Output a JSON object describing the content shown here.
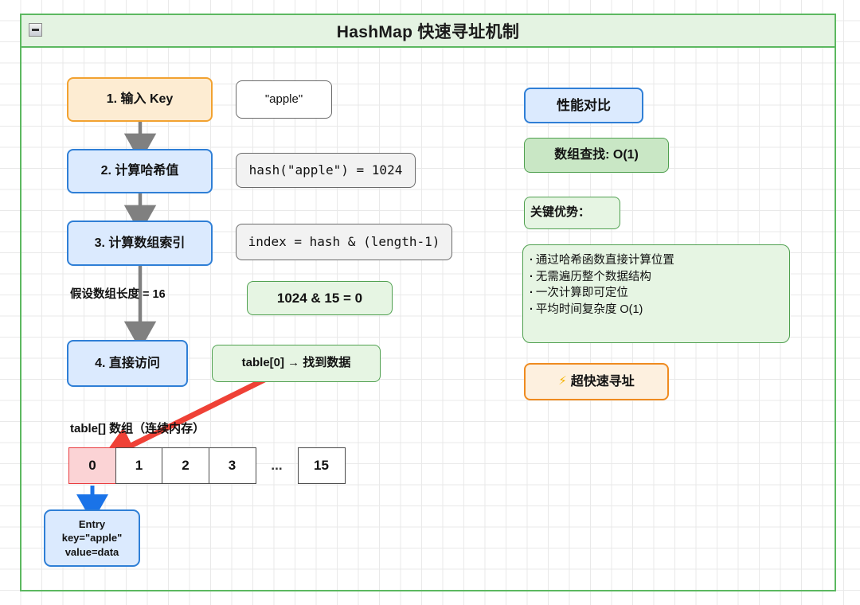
{
  "diagram": {
    "title": "HashMap 快速寻址机制",
    "collapse_icon": "minus-icon"
  },
  "flow": {
    "steps": [
      {
        "id": "step1",
        "label": "1. 输入 Key",
        "style": "orange"
      },
      {
        "id": "step2",
        "label": "2. 计算哈希值",
        "style": "blue"
      },
      {
        "id": "step3",
        "label": "3. 计算数组索引",
        "style": "blue"
      },
      {
        "id": "step4",
        "label": "4. 直接访问",
        "style": "blue"
      }
    ],
    "edge_label": "假设数组长度 = 16"
  },
  "annotations": {
    "key_value": "\"apple\"",
    "hash_expr": "hash(\"apple\") = 1024",
    "index_expr": "index = hash & (length-1)",
    "and_result": "1024 & 15 = 0",
    "lookup_result": "table[0] → 找到数据"
  },
  "array": {
    "caption": "table[] 数组（连续内存）",
    "cells": [
      "0",
      "1",
      "2",
      "3"
    ],
    "ellipsis": "...",
    "last_cell": "15",
    "entry": {
      "line1": "Entry",
      "line2": "key=\"apple\"",
      "line3": "value=data"
    }
  },
  "right_panel": {
    "heading": "性能对比",
    "metric": "数组查找: O(1)",
    "advantages_heading": "关键优势：",
    "advantages": [
      "通过哈希函数直接计算位置",
      "无需遍历整个数据结构",
      "一次计算即可定位",
      "平均时间复杂度 O(1)"
    ],
    "badge_icon": "lightning-icon",
    "badge_label": "超快速寻址"
  },
  "colors": {
    "container_border": "#5cb860",
    "title_bg": "#e4f3e2",
    "blue_fill": "#dbeafe",
    "blue_border": "#2f7fd6",
    "orange_fill": "#fdecd2",
    "orange_border": "#f2a230",
    "green_fill": "#c9e7c5",
    "green_border": "#4fa04f",
    "red_highlight": "#fbd3d5",
    "red_arrow": "#ef4136",
    "blue_arrow": "#1a73e8",
    "gray_arrow": "#808080"
  }
}
